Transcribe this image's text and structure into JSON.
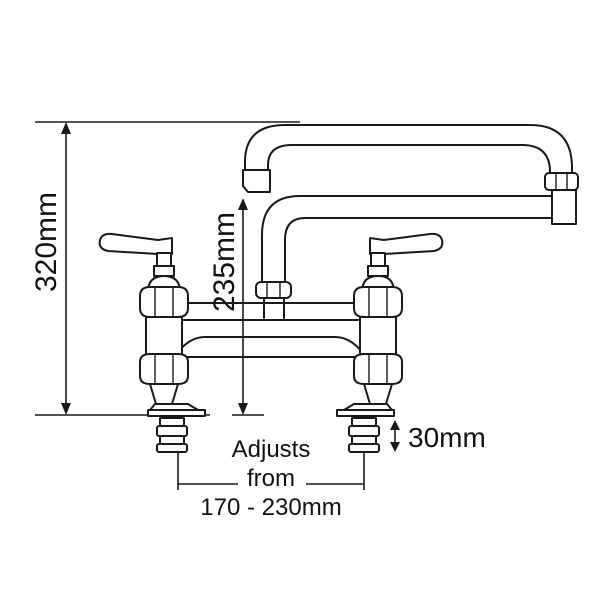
{
  "diagram": {
    "dimension_total_height": "320mm",
    "dimension_spout_height": "235mm",
    "dimension_tail_adjust": "30mm",
    "spacing_label_line1": "Adjusts",
    "spacing_label_line2": "from",
    "spacing_label_line3": "170 - 230mm"
  },
  "colors": {
    "line": "#1a1a1a",
    "background": "#ffffff"
  }
}
